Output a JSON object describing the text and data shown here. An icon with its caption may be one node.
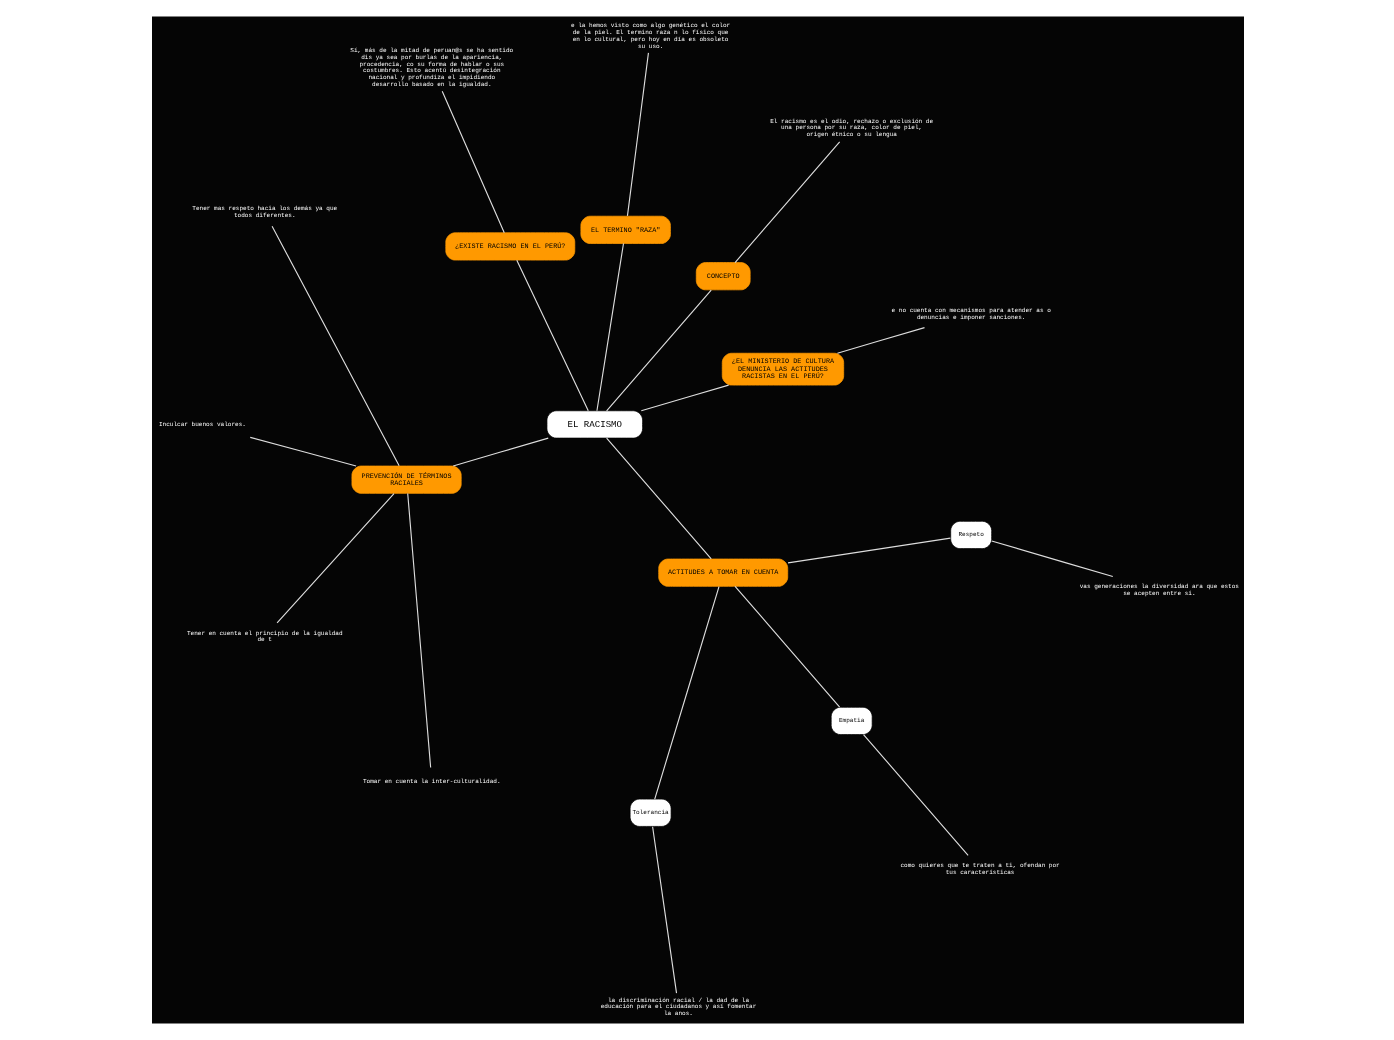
{
  "diagram": {
    "nodes": [
      {
        "text": [
          "EL RACISMO"
        ]
      },
      {
        "text": [
          "¿EL MINISTERIO DE CULTURA DENUNCIA LAS ACTITUDES RACISTAS EN EL PERÚ?"
        ]
      },
      {
        "text": [
          "e no cuenta con mecanismos para atender as o denuncias e imponer sanciones."
        ]
      },
      {
        "text": [
          "CONCEPTO"
        ]
      },
      {
        "text": [
          "El racismo es el odio, rechazo o exclusión de una persona por su raza, color de piel, origen étnico o su lengua"
        ]
      },
      {
        "text": [
          "EL TERMINO \"RAZA\""
        ]
      },
      {
        "text": [
          "e la hemos visto como algo genético el color de la piel. El termino raza n lo físico que en lo cultural, pero hoy en día es obsoleto su uso."
        ]
      },
      {
        "text": [
          "¿EXISTE RACISMO EN EL PERÚ?"
        ]
      },
      {
        "text": [
          "Sí, más de la mitad de peruan@s se ha sentido dis ya sea por burlas de la apariencia, procedencia, co su forma de hablar o sus costumbres. Esto acentú desintegración nacional y profundiza el impidiendo desarrollo basado en la igualdad."
        ]
      },
      {
        "text": [
          "PREVENCIÓN DE TÉRMINOS RACIALES"
        ]
      },
      {
        "text": [
          "Tener mas respeto hacia los demás ya que todos diferentes."
        ]
      },
      {
        "text": [
          "Inculcar buenos valores."
        ]
      },
      {
        "text": [
          "Tener en cuenta el principio de la igualdad de t"
        ]
      },
      {
        "text": [
          "Tomar en cuenta la inter-culturalidad."
        ]
      },
      {
        "text": [
          "ACTITUDES A TOMAR EN CUENTA"
        ]
      },
      {
        "text": [
          "Tolerancia"
        ]
      },
      {
        "text": [
          "la discriminación racial / la dad de la educación para el ciudadanos y así fomentar la anos."
        ]
      },
      {
        "text": [
          "Empatia"
        ]
      },
      {
        "text": [
          "como quieres que te traten a ti, ofendan por tus características"
        ]
      },
      {
        "text": [
          "Respeto"
        ]
      },
      {
        "text": [
          "vas generaciones la diversidad ara que estos se acepten entre sí."
        ]
      }
    ],
    "edges": [
      {
        "from": 0,
        "to": 1,
        "arrow": "none"
      },
      {
        "from": 1,
        "to": 2,
        "arrow": "none"
      },
      {
        "from": 0,
        "to": 3,
        "arrow": "none"
      },
      {
        "from": 3,
        "to": 4,
        "arrow": "none"
      },
      {
        "from": 0,
        "to": 5,
        "arrow": "none"
      },
      {
        "from": 5,
        "to": 6,
        "arrow": "none"
      },
      {
        "from": 0,
        "to": 7,
        "arrow": "none"
      },
      {
        "from": 7,
        "to": 8,
        "arrow": "none"
      },
      {
        "from": 0,
        "to": 9,
        "arrow": "none"
      },
      {
        "from": 9,
        "to": 10,
        "arrow": "none"
      },
      {
        "from": 9,
        "to": 11,
        "arrow": "none"
      },
      {
        "from": 9,
        "to": 12,
        "arrow": "none"
      },
      {
        "from": 9,
        "to": 13,
        "arrow": "none"
      },
      {
        "from": 0,
        "to": 14,
        "arrow": "none"
      },
      {
        "from": 14,
        "to": 15,
        "arrow": "none"
      },
      {
        "from": 15,
        "to": 16,
        "arrow": "none"
      },
      {
        "from": 14,
        "to": 17,
        "arrow": "none"
      },
      {
        "from": 17,
        "to": 18,
        "arrow": "none"
      },
      {
        "from": 14,
        "to": 19,
        "arrow": "none"
      },
      {
        "from": 19,
        "to": 20,
        "arrow": "none"
      }
    ]
  }
}
